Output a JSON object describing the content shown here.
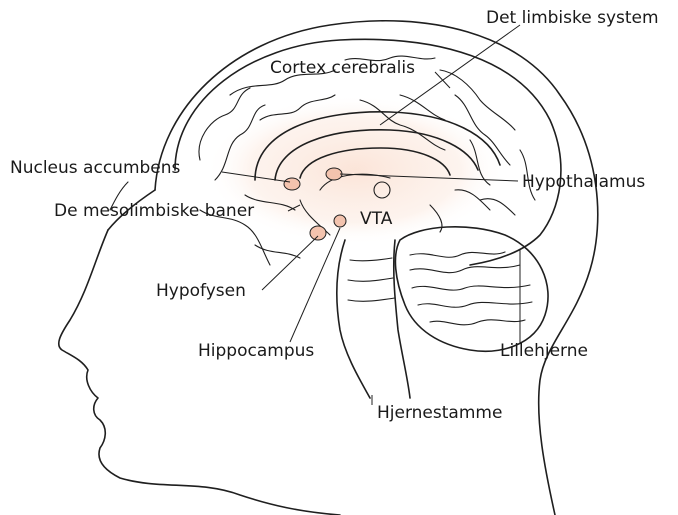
{
  "labels": {
    "limbic_system": "Det limbiske system",
    "cortex": "Cortex cerebralis",
    "nucleus_accumbens": "Nucleus accumbens",
    "mesolimbic": "De mesolimbiske baner",
    "hypothalamus": "Hypothalamus",
    "vta": "VTA",
    "hypofysen": "Hypofysen",
    "hippocampus": "Hippocampus",
    "lillehjerne": "Lillehjerne",
    "hjernestamme": "Hjernestamme"
  },
  "colors": {
    "line": "#1f1f1f",
    "limbic_glow": "#fbe3d6",
    "structure_fill": "#f3c3ae"
  }
}
